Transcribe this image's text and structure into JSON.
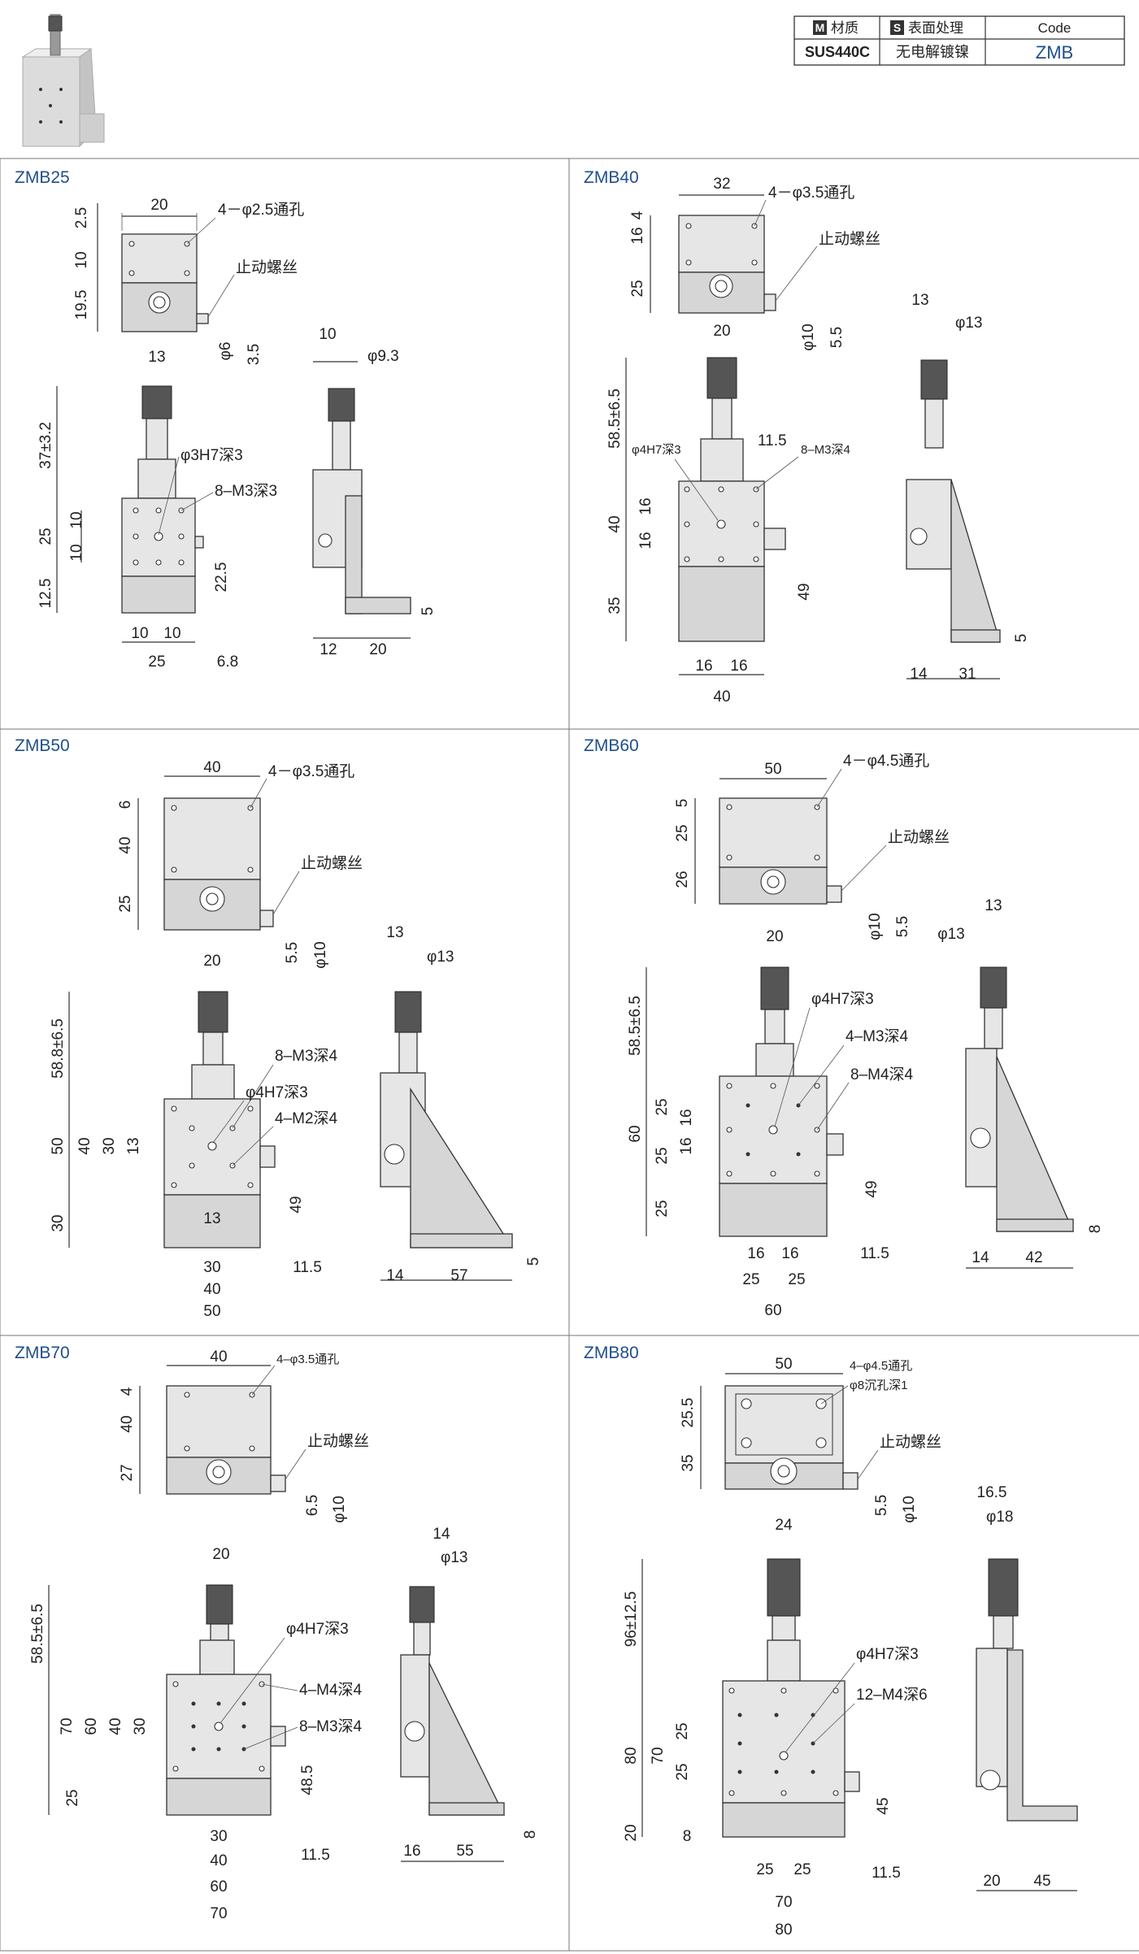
{
  "spec_table": {
    "headers": [
      {
        "badge": "M",
        "label": "材质"
      },
      {
        "badge": "S",
        "label": "表面处理"
      },
      {
        "badge": "",
        "label": "Code"
      }
    ],
    "values": [
      "SUS440C",
      "无电解镀镍",
      "ZMB"
    ]
  },
  "models": [
    {
      "name": "ZMB25",
      "hole_note": "4－φ2.5通孔",
      "stop_screw": "止动螺丝",
      "top_dims": [
        "20",
        "2.5",
        "10",
        "19.5",
        "φ6",
        "3.5"
      ],
      "front_notes": [
        "φ3H7深3",
        "8–M3深3"
      ],
      "front_dims": [
        "13",
        "37±3.2",
        "25",
        "10",
        "10",
        "12.5",
        "22.5",
        "10",
        "10",
        "25",
        "6.8"
      ],
      "side_dims": [
        "10",
        "φ9.3",
        "5",
        "12",
        "20"
      ]
    },
    {
      "name": "ZMB40",
      "hole_note": "4－φ3.5通孔",
      "stop_screw": "止动螺丝",
      "top_dims": [
        "32",
        "16",
        "4",
        "25",
        "φ10",
        "5.5"
      ],
      "front_notes": [
        "φ4H7深3",
        "11.5",
        "8–M3深4"
      ],
      "front_dims": [
        "20",
        "58.5±6.5",
        "40",
        "16",
        "16",
        "35",
        "49",
        "16",
        "16",
        "40"
      ],
      "side_dims": [
        "13",
        "φ13",
        "5",
        "14",
        "31"
      ]
    },
    {
      "name": "ZMB50",
      "hole_note": "4－φ3.5通孔",
      "stop_screw": "止动螺丝",
      "top_dims": [
        "40",
        "6",
        "40",
        "25",
        "5.5",
        "φ10"
      ],
      "front_notes": [
        "8–M3深4",
        "φ4H7深3",
        "4–M2深4"
      ],
      "front_dims": [
        "20",
        "58.8±6.5",
        "50",
        "40",
        "30",
        "13",
        "30",
        "13",
        "49",
        "30",
        "40",
        "50",
        "11.5"
      ],
      "side_dims": [
        "13",
        "φ13",
        "5",
        "14",
        "57"
      ]
    },
    {
      "name": "ZMB60",
      "hole_note": "4－φ4.5通孔",
      "stop_screw": "止动螺丝",
      "top_dims": [
        "50",
        "5",
        "25",
        "26",
        "φ10",
        "5.5"
      ],
      "front_notes": [
        "φ4H7深3",
        "4–M3深4",
        "8–M4深4"
      ],
      "front_dims": [
        "20",
        "58.5±6.5",
        "60",
        "25",
        "16",
        "16",
        "25",
        "25",
        "49",
        "16",
        "16",
        "25",
        "25",
        "60",
        "11.5"
      ],
      "side_dims": [
        "13",
        "φ13",
        "8",
        "14",
        "42"
      ]
    },
    {
      "name": "ZMB70",
      "hole_note": "4–φ3.5通孔",
      "stop_screw": "止动螺丝",
      "top_dims": [
        "40",
        "4",
        "40",
        "27",
        "6.5",
        "φ10"
      ],
      "front_notes": [
        "φ4H7深3",
        "4–M4深4",
        "8–M3深4"
      ],
      "front_dims": [
        "20",
        "58.5±6.5",
        "70",
        "60",
        "40",
        "30",
        "25",
        "48.5",
        "30",
        "40",
        "60",
        "70",
        "11.5"
      ],
      "side_dims": [
        "14",
        "φ13",
        "8",
        "16",
        "55"
      ]
    },
    {
      "name": "ZMB80",
      "hole_note": "4–φ4.5通孔",
      "hole_note2": "φ8沉孔深1",
      "stop_screw": "止动螺丝",
      "top_dims": [
        "50",
        "25.5",
        "35",
        "5.5",
        "φ10"
      ],
      "front_notes": [
        "φ4H7深3",
        "12–M4深6"
      ],
      "front_dims": [
        "24",
        "96±12.5",
        "80",
        "70",
        "25",
        "25",
        "20",
        "8",
        "45",
        "25",
        "25",
        "70",
        "80",
        "11.5"
      ],
      "side_dims": [
        "16.5",
        "φ18",
        "20",
        "45"
      ]
    }
  ]
}
